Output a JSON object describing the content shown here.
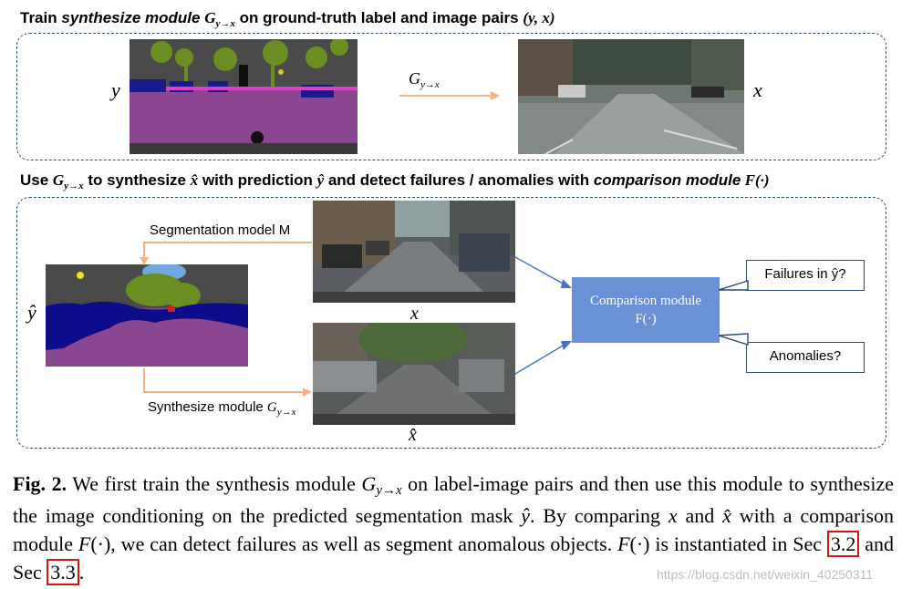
{
  "top_section": {
    "title_prefix": "Train ",
    "title_italic": "synthesize module",
    "title_G": "G",
    "title_G_sub": "y→x",
    "title_suffix": " on ground-truth label and image pairs ",
    "title_pair": "(y, x)",
    "left_var": "y",
    "arrow_G": "G",
    "arrow_G_sub": "y→x",
    "right_var": "x"
  },
  "bottom_section": {
    "title_prefix": "Use ",
    "title_G": "G",
    "title_G_sub": "y→x",
    "title_mid1": "  to synthesize ",
    "title_xhat": "x̂",
    "title_mid2": " with prediction ",
    "title_yhat": "ŷ",
    "title_mid3": " and detect failures / anomalies with ",
    "title_italic": "comparison module",
    "title_F": " F(·)",
    "yhat_label": "ŷ",
    "seg_model_label": "Segmentation model M",
    "synth_label": "Synthesize module ",
    "synth_G": "G",
    "synth_G_sub": "y→x",
    "x_label": "x",
    "xhat_label": "x̂",
    "comparison_line1": "Comparison module",
    "comparison_line2": "F(·)",
    "failures_label": "Failures in ŷ?",
    "anomalies_label": "Anomalies?"
  },
  "caption": {
    "fig_label": "Fig. 2.",
    "text1": " We first train the synthesis module ",
    "G": "G",
    "G_sub": "y→x",
    "text2": " on label-image pairs and then use this module to synthesize the image conditioning on the predicted segmentation mask ",
    "yhat": "ŷ",
    "text3": ". By comparing ",
    "x": "x",
    "text4": " and ",
    "xhat": "x̂",
    "text5": " with a comparison module ",
    "F": "F",
    "text6": "(·), we can detect failures as well as segment anomalous objects. ",
    "F2": "F",
    "text7": "(·) is instantiated in Sec ",
    "ref1": "3.2",
    "text8": " and Sec ",
    "ref2": "3.3",
    "text9": "."
  },
  "watermark": "https://blog.csdn.net/weixin_40250311",
  "colors": {
    "box_border": "#2e4a72",
    "arrow_orange": "#f4b183",
    "arrow_blue": "#4472c4",
    "comparison_fill": "#6a90d6",
    "ref_highlight": "#e01010"
  }
}
